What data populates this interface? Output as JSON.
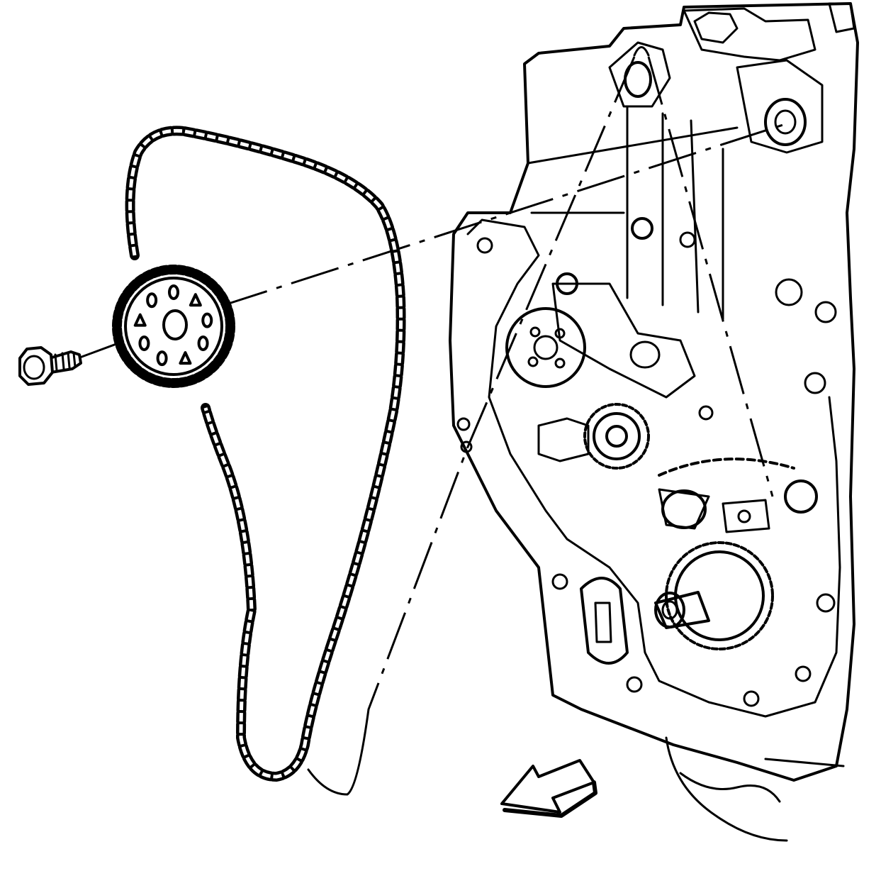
{
  "diagram": {
    "type": "exploded-view line drawing",
    "text_labels": [],
    "components": [
      "engine-front-cover",
      "camshaft-sprocket",
      "sprocket-bolt",
      "timing-chain",
      "crankshaft-gear",
      "view-direction-arrow"
    ],
    "colors": {
      "ink": "#000000",
      "paper": "#ffffff"
    },
    "icons": [
      "view-direction-arrow-icon"
    ]
  }
}
